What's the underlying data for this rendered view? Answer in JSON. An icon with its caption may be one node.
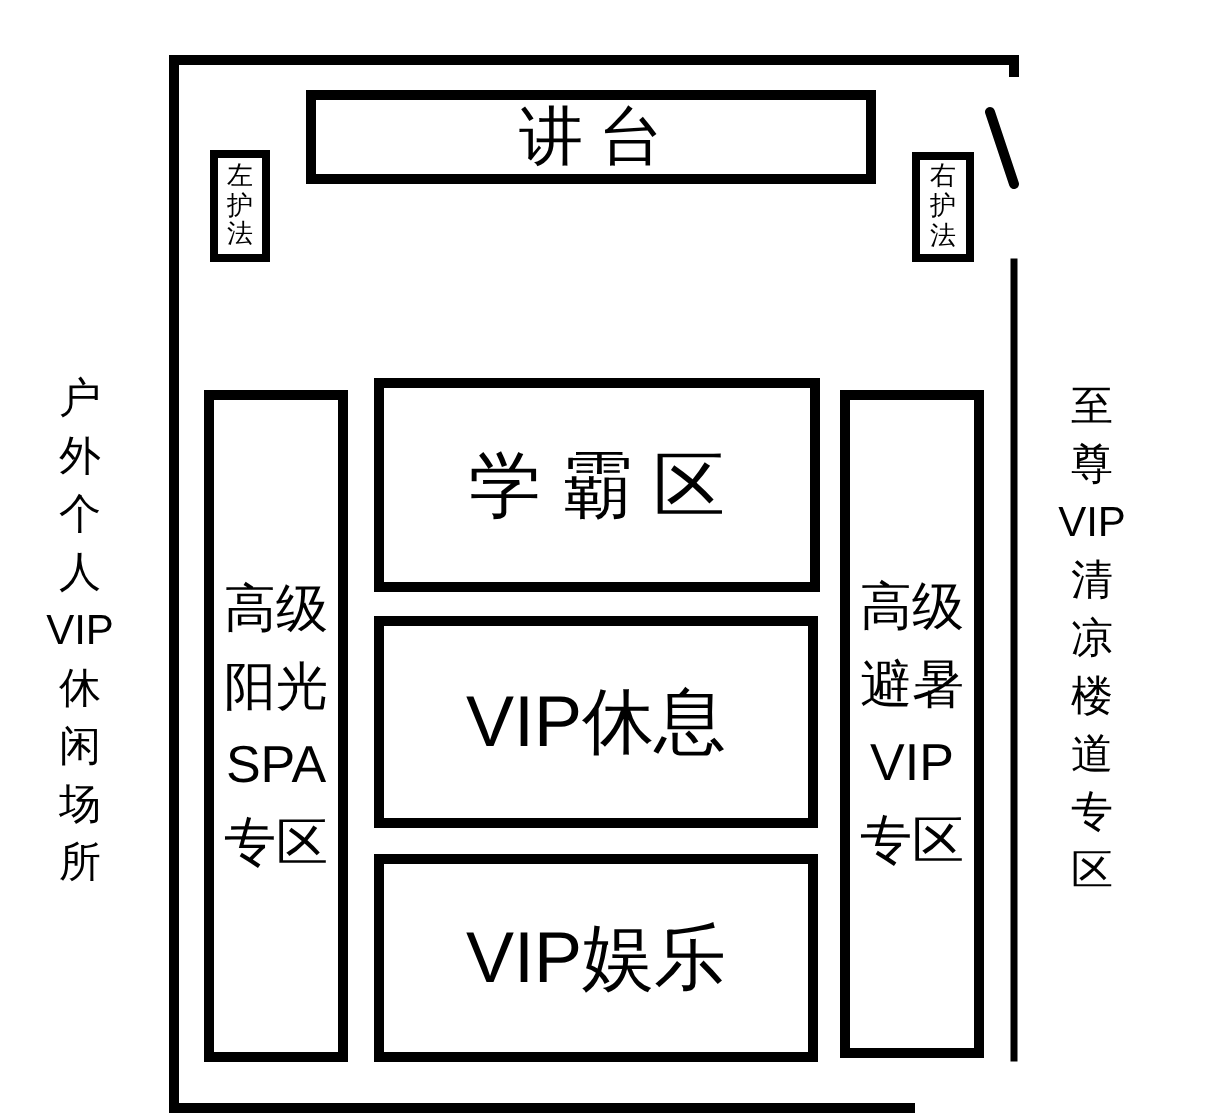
{
  "diagram": {
    "nodes": [
      {
        "text": [
          "讲台"
        ]
      },
      {
        "text": [
          "左护法"
        ]
      },
      {
        "text": [
          "右护法"
        ]
      },
      {
        "text": [
          "高级阳光SPA专区"
        ]
      },
      {
        "text": [
          "学霸区"
        ]
      },
      {
        "text": [
          "高级避暑VIP专区"
        ]
      },
      {
        "text": [
          "VIP休息"
        ]
      },
      {
        "text": [
          "VIP娱乐"
        ]
      }
    ],
    "labels": [
      "户外个人VIP休闲场所",
      "至尊VIP清凉楼道专区"
    ]
  }
}
